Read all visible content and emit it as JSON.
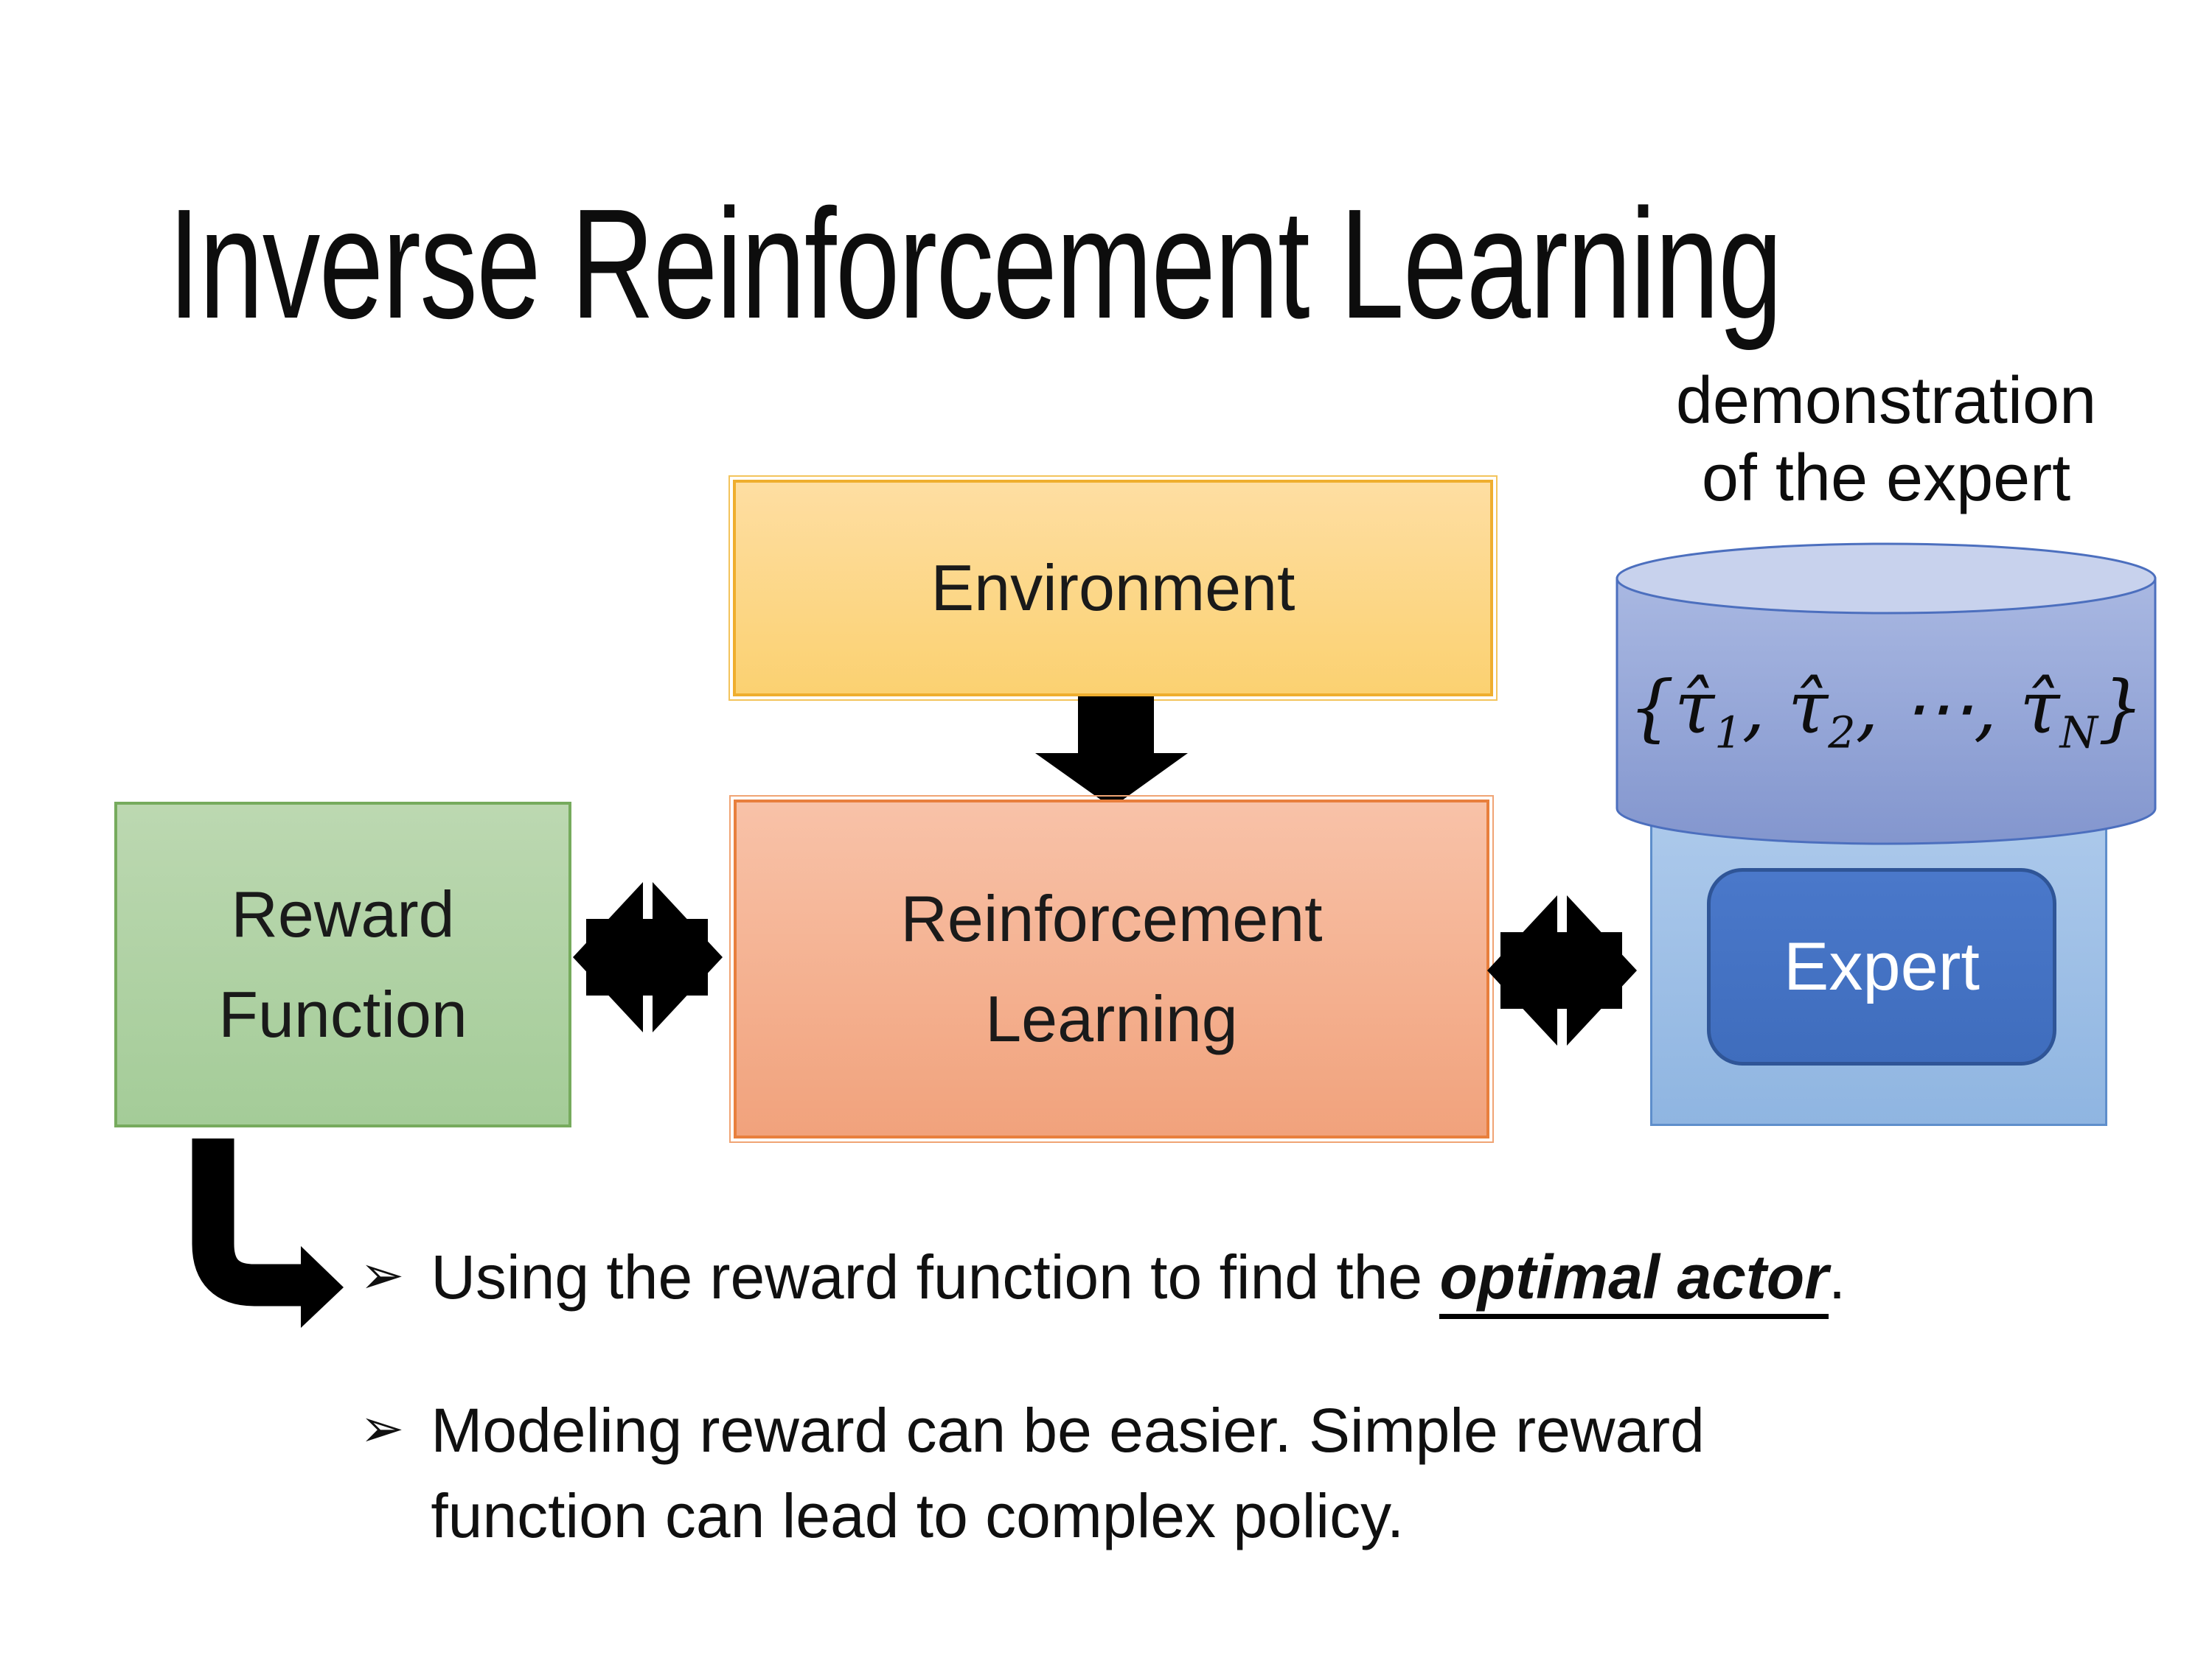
{
  "slide": {
    "title": "Inverse Reinforcement Learning"
  },
  "diagram": {
    "environment": {
      "label": "Environment"
    },
    "reward": {
      "line1": "Reward",
      "line2": "Function"
    },
    "rl": {
      "line1": "Reinforcement",
      "line2": "Learning"
    },
    "expert": {
      "label": "Expert"
    },
    "demo_caption": {
      "line1": "demonstration",
      "line2": "of the expert"
    },
    "cylinder_math": {
      "open": "{",
      "tau1": "τ̂",
      "sub1": "1",
      "sep1": ", ",
      "tau2": "τ̂",
      "sub2": "2",
      "sep2": ", ",
      "dots": "⋯",
      "sep3": ", ",
      "tauN": "τ̂",
      "subN": "N",
      "close": "}"
    }
  },
  "bullets": {
    "item1": {
      "marker": "➢",
      "prefix": "Using the reward function to find the ",
      "highlight": "optimal actor",
      "suffix": "."
    },
    "item2": {
      "marker": "➢",
      "line1": "Modeling reward can be easier. Simple reward",
      "line2": "function can lead to complex policy."
    }
  },
  "colors": {
    "background": "#FFFFFF",
    "text": "#111111",
    "arrow": "#000000",
    "environment_fill_top": "#FEDEA2",
    "environment_fill_bottom": "#FBD171",
    "environment_border": "#EFAE2E",
    "reward_fill_top": "#BCD8B1",
    "reward_fill_bottom": "#A4CC98",
    "reward_border": "#76AB5D",
    "rl_fill_top": "#F8C2A8",
    "rl_fill_bottom": "#F1A27C",
    "rl_border": "#E87F3D",
    "panel_fill_top": "#AFCBEC",
    "panel_fill_bottom": "#8FB5E1",
    "panel_border": "#5E8ECB",
    "expert_fill": "#4472C4",
    "expert_border": "#2F5597",
    "expert_text": "#FFFFFF",
    "cylinder_fill_top": "#A9B8E2",
    "cylinder_fill_bottom": "#8396CE",
    "cylinder_top_fill": "#C8D2ED",
    "cylinder_border": "#4C6FBE"
  }
}
